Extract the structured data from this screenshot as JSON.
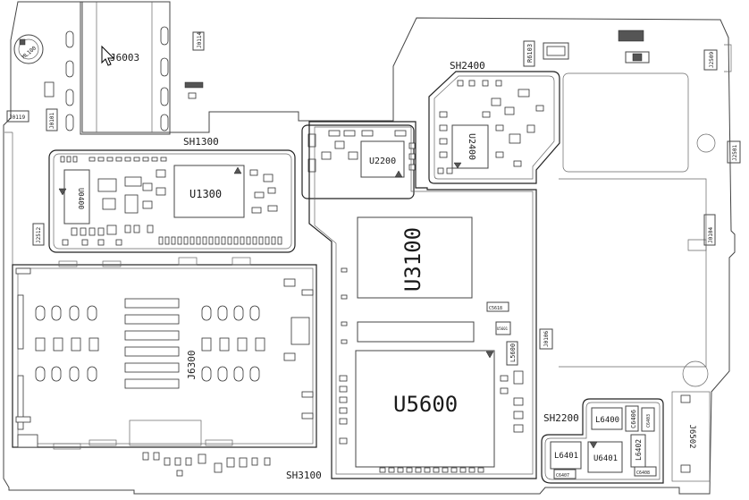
{
  "labels": {
    "j6003": "J6003",
    "sh1300": "SH1300",
    "u1300": "U1300",
    "u0400": "U0400",
    "j2512": "J2512",
    "j0119": "J0119",
    "j0101": "J0101",
    "j0114": "J0114",
    "ml100": "ML100",
    "sh2400": "SH2400",
    "u2400": "U2400",
    "r6103": "R6103",
    "j2509": "J2509",
    "j2501": "J2501",
    "j0104": "J0104",
    "u2200": "U2200",
    "u3100": "U3100",
    "u5600": "U5600",
    "l5600": "L5600",
    "j6300": "J6300",
    "sh3100": "SH3100",
    "sh2200": "SH2200",
    "l6400": "L6400",
    "c6406": "C6406",
    "c6403": "C6403",
    "l6401": "L6401",
    "u6401": "U6401",
    "l6402": "L6402",
    "c6407": "C6407",
    "c6408": "C6408",
    "j6502": "J6502",
    "j0106": "J0106",
    "c5618": "C5618",
    "u5601": "U5601"
  },
  "colors": {
    "ink": "#222222",
    "board": "#ffffff"
  },
  "cursor": "arrow-cursor-icon"
}
